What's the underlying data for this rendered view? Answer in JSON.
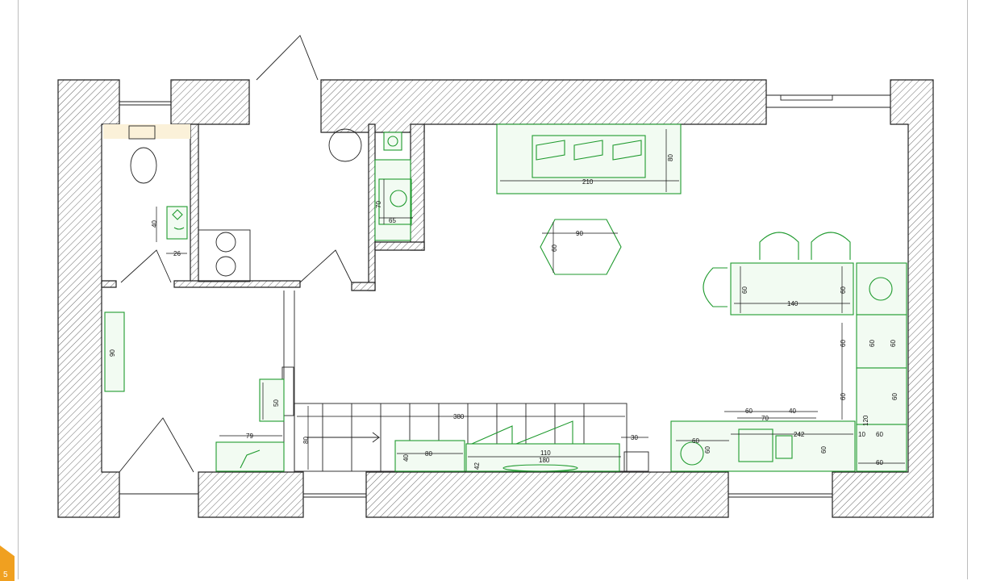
{
  "page": {
    "corner_badge_text": "5"
  },
  "colors": {
    "furniture": "#1f9a2e",
    "wall_outline": "#222222",
    "background": "#ffffff"
  },
  "dimensions": {
    "sofa_width": "210",
    "sofa_depth": "80",
    "table_width": "90",
    "table_depth": "60",
    "stove_h": "70",
    "stove_w": "65",
    "wc_sink": "40",
    "wc_gap": "26",
    "hall_shelf": "90",
    "radiator": "50",
    "shoe_cabinet": "79",
    "stairs_len": "380",
    "stairs_w": "80",
    "tv_stand_a": "80",
    "tv_stand_a_h": "40",
    "tv_unit_h": "42",
    "tv_unit_w": "110",
    "tv_unit_total": "180",
    "tv_gap": "30",
    "bar_len": "140",
    "bar_d1": "60",
    "bar_d2": "60",
    "k_hob": "60",
    "k_col1": "60",
    "k_col2": "60",
    "k_col3": "60",
    "k_r1": "60",
    "k_r2": "40",
    "k_r3": "70",
    "k_run": "242",
    "k_fridge": "60",
    "k_fridge_h": "60",
    "k_sink_d": "60",
    "k_tall": "120",
    "k_c1": "10",
    "k_c2": "60",
    "k_c3": "60",
    "k_bottom": "60"
  }
}
